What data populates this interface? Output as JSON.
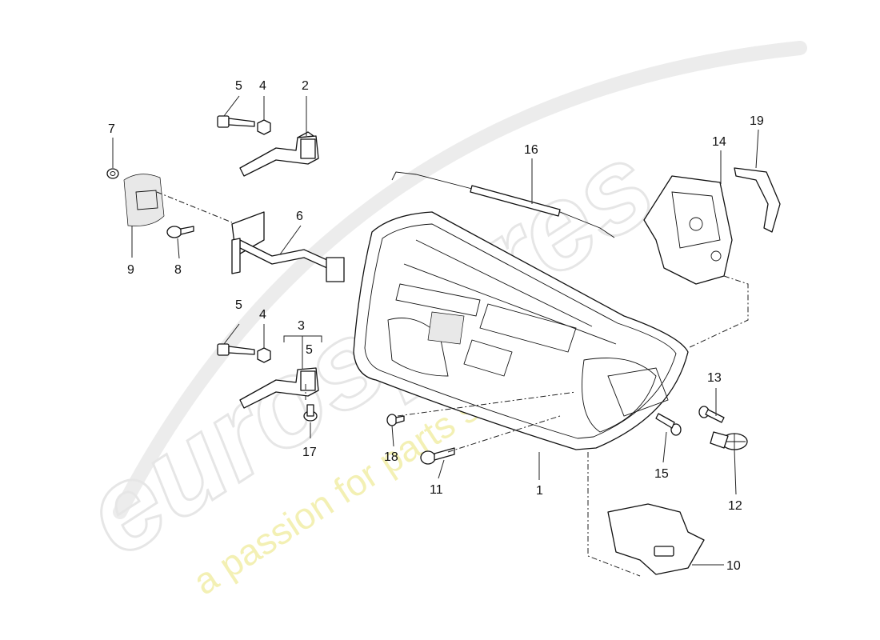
{
  "watermark": {
    "logo": "eurospares",
    "tagline": "a passion for parts since 1985"
  },
  "callouts": {
    "c1": "1",
    "c2": "2",
    "c3": "3",
    "c4a": "4",
    "c4b": "4",
    "c5a": "5",
    "c5b": "5",
    "c5c": "5",
    "c6": "6",
    "c7": "7",
    "c8": "8",
    "c9": "9",
    "c10": "10",
    "c11": "11",
    "c12": "12",
    "c13": "13",
    "c14": "14",
    "c15": "15",
    "c16": "16",
    "c17": "17",
    "c18": "18",
    "c19": "19"
  }
}
